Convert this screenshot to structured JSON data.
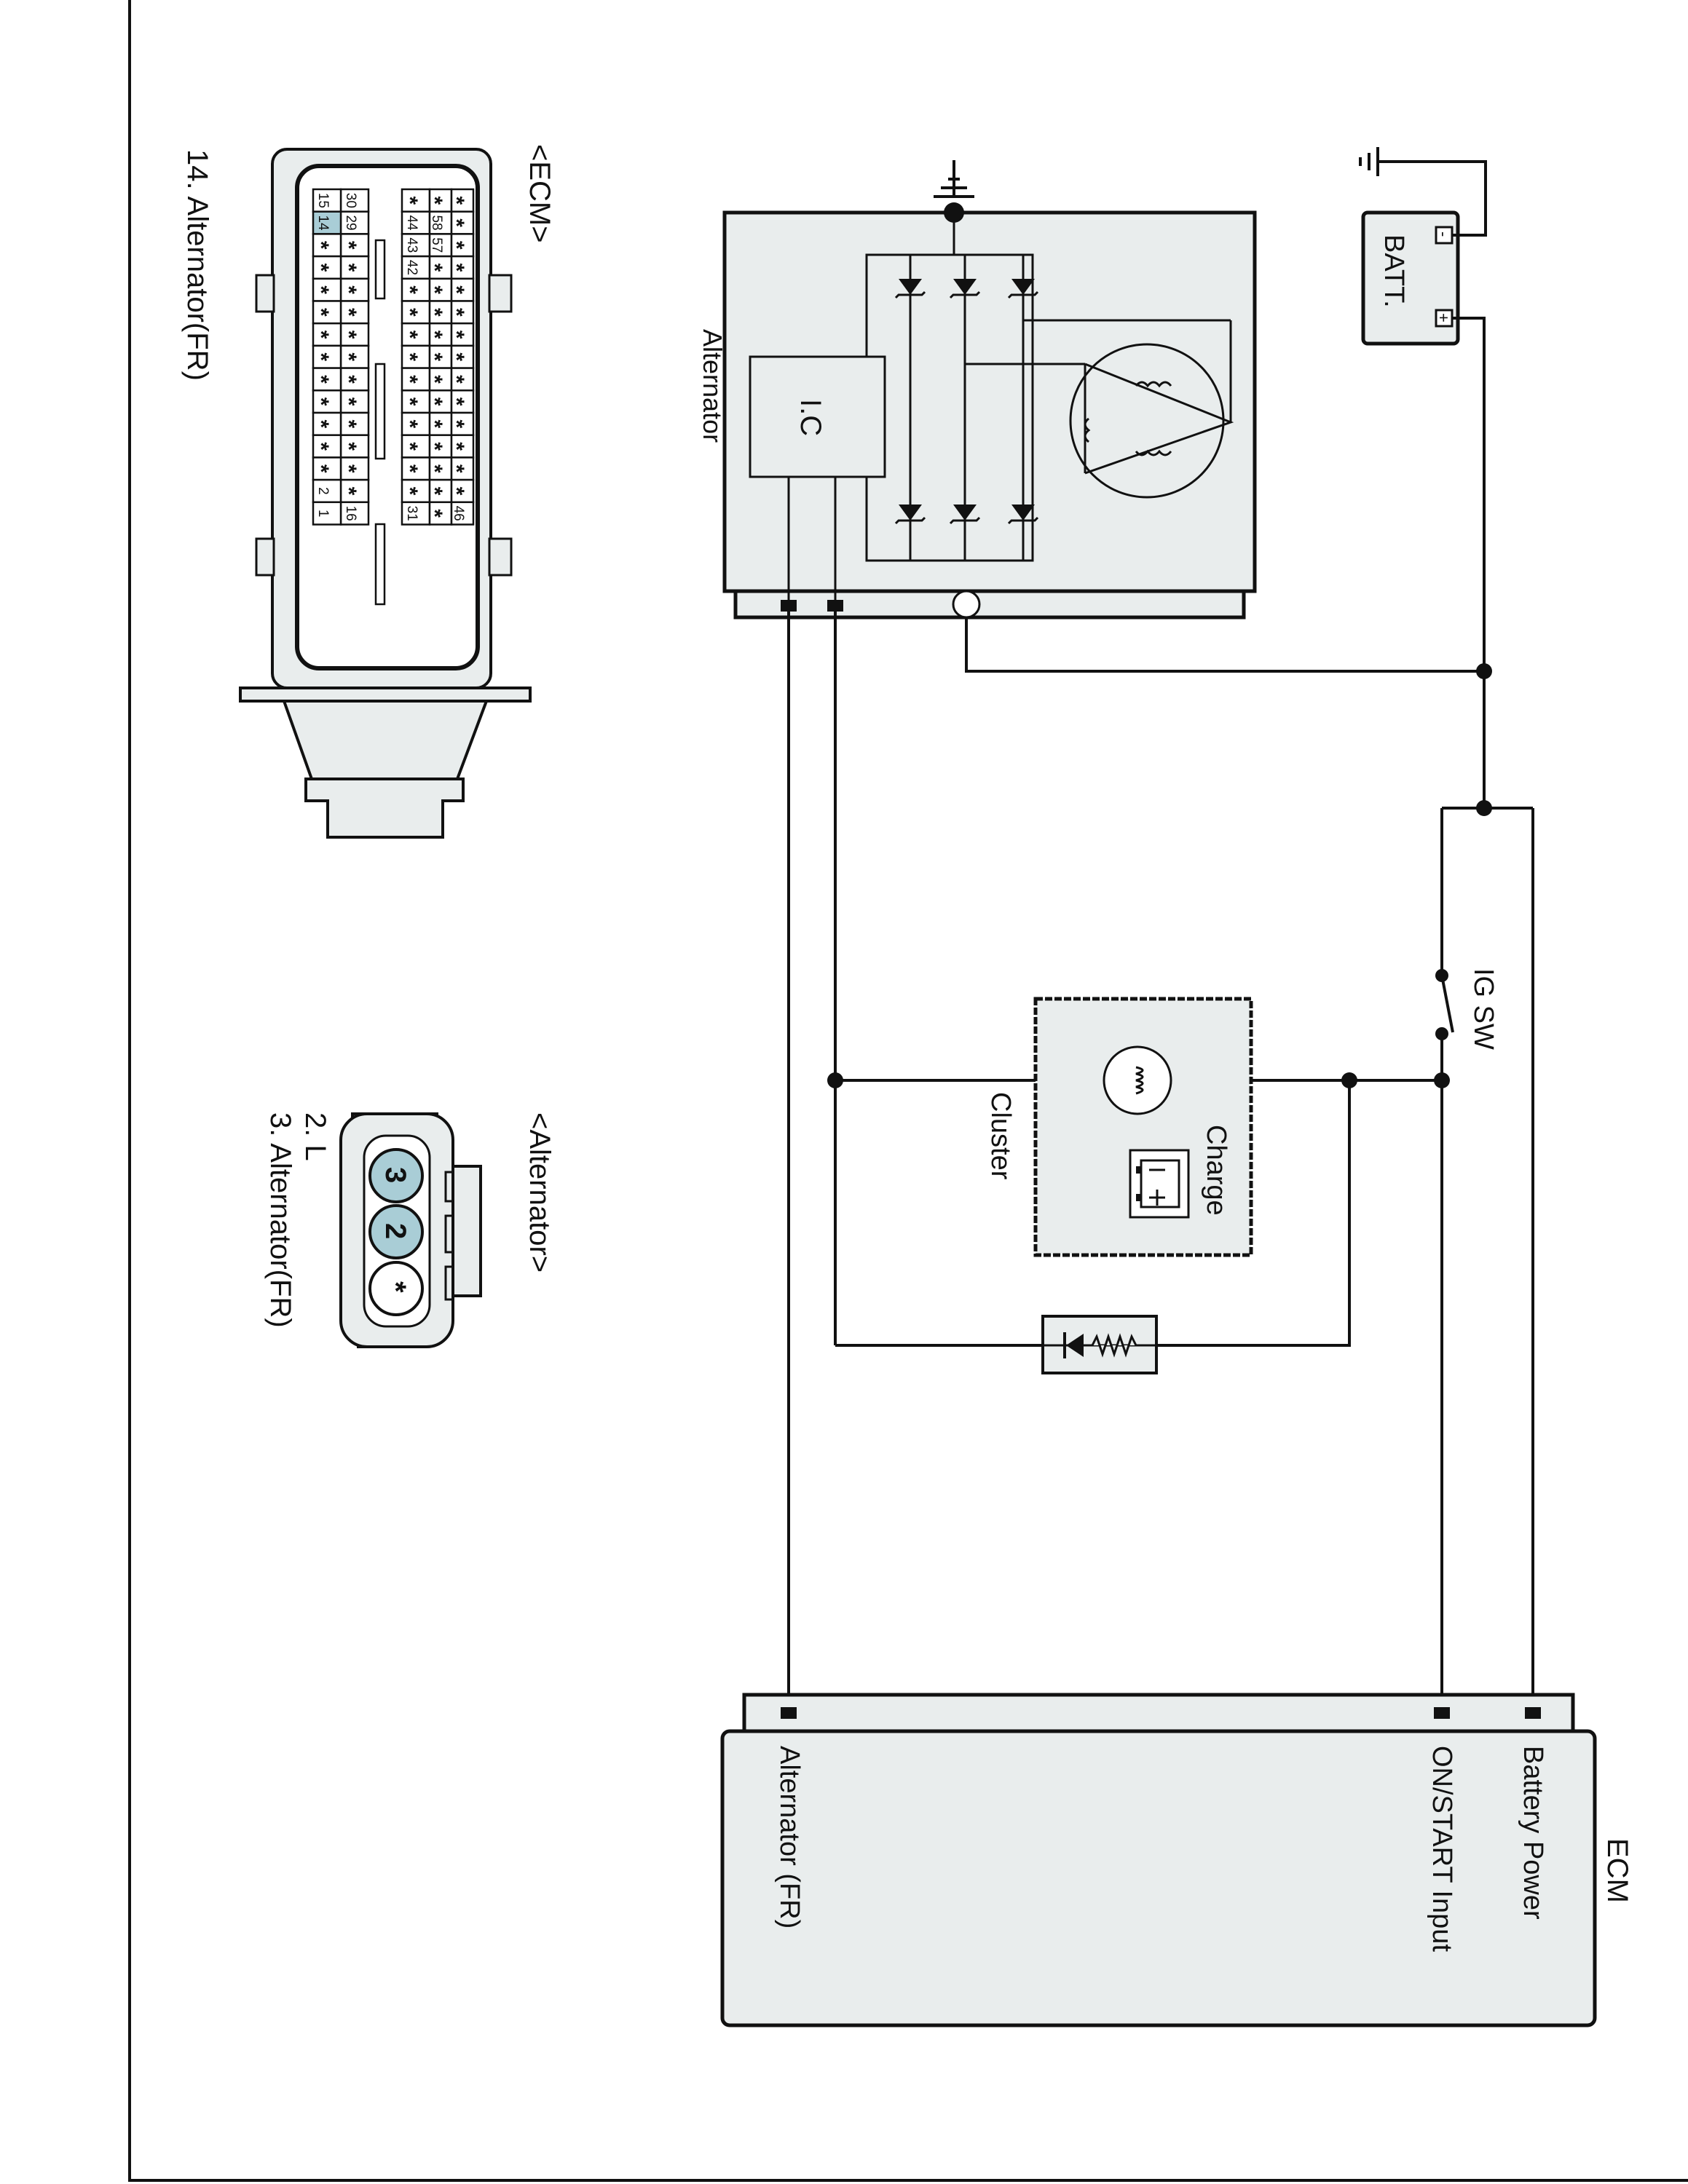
{
  "ecm_connector": {
    "title": "<ECM>",
    "pin_description": "14. Alternator(FR)",
    "pins_top_left": [
      "30",
      "29"
    ],
    "pins_mid_left": [
      "15",
      "14"
    ],
    "pins_top_right": [
      "44",
      "43",
      "42"
    ],
    "pins_top_right2": [
      "58",
      "57"
    ],
    "pins_bottom_left": [
      "2",
      "1"
    ],
    "pin_16": "16",
    "pin_31": "31",
    "pin_46": "46",
    "highlighted_pin": "14"
  },
  "alternator_connector": {
    "title": "<Alternator>",
    "pin_list": [
      "2. L",
      "3. Alternator(FR)"
    ],
    "pins": [
      "3",
      "2",
      "*"
    ]
  },
  "alternator": {
    "label": "Alternator",
    "ic_label": "I.C"
  },
  "battery": {
    "label": "BATT.",
    "minus": "-",
    "plus": "+"
  },
  "ig_switch": {
    "label": "IG SW"
  },
  "cluster": {
    "label": "Cluster",
    "charge_label": "Charge"
  },
  "ecm": {
    "label": "ECM",
    "pins": [
      "Battery Power",
      "ON/START Input",
      "Alternator (FR)"
    ]
  },
  "star": "*"
}
